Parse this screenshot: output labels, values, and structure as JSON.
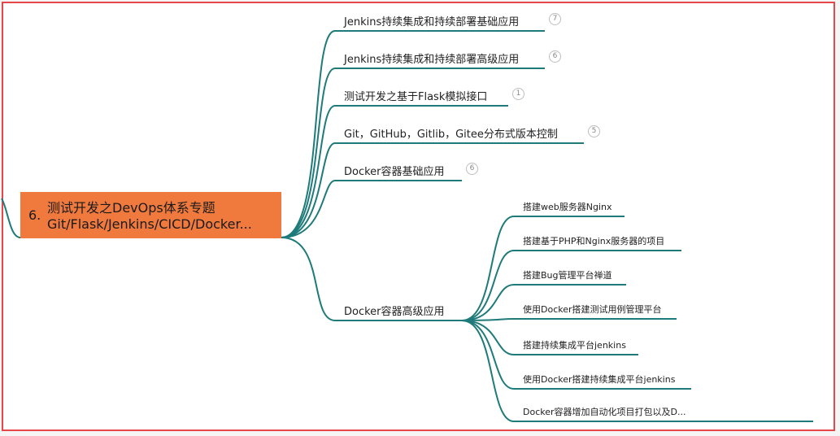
{
  "root": {
    "number": "6.",
    "title_line1": "测试开发之DevOps体系专题",
    "title_line2": "Git/Flask/Jenkins/CICD/Docker..."
  },
  "branches": [
    {
      "label": "Jenkins持续集成和持续部署基础应用",
      "count": "7"
    },
    {
      "label": "Jenkins持续集成和持续部署高级应用",
      "count": "6"
    },
    {
      "label": "测试开发之基于Flask模拟接口",
      "count": "1"
    },
    {
      "label": "Git，GitHub，Gitlib，Gitee分布式版本控制",
      "count": "5"
    },
    {
      "label": "Docker容器基础应用",
      "count": "6"
    },
    {
      "label": "Docker容器高级应用",
      "count": ""
    }
  ],
  "docker_advanced_children": [
    "搭建web服务器Nginx",
    "搭建基于PHP和Nginx服务器的项目",
    "搭建Bug管理平台禅道",
    "使用Docker搭建测试用例管理平台",
    "搭建持续集成平台jenkins",
    "使用Docker搭建持续集成平台jenkins",
    "Docker容器增加自动化项目打包以及D..."
  ],
  "colors": {
    "link": "#1f7a7a",
    "root_fill": "#f07a3e",
    "frame_border": "#e8474a"
  }
}
